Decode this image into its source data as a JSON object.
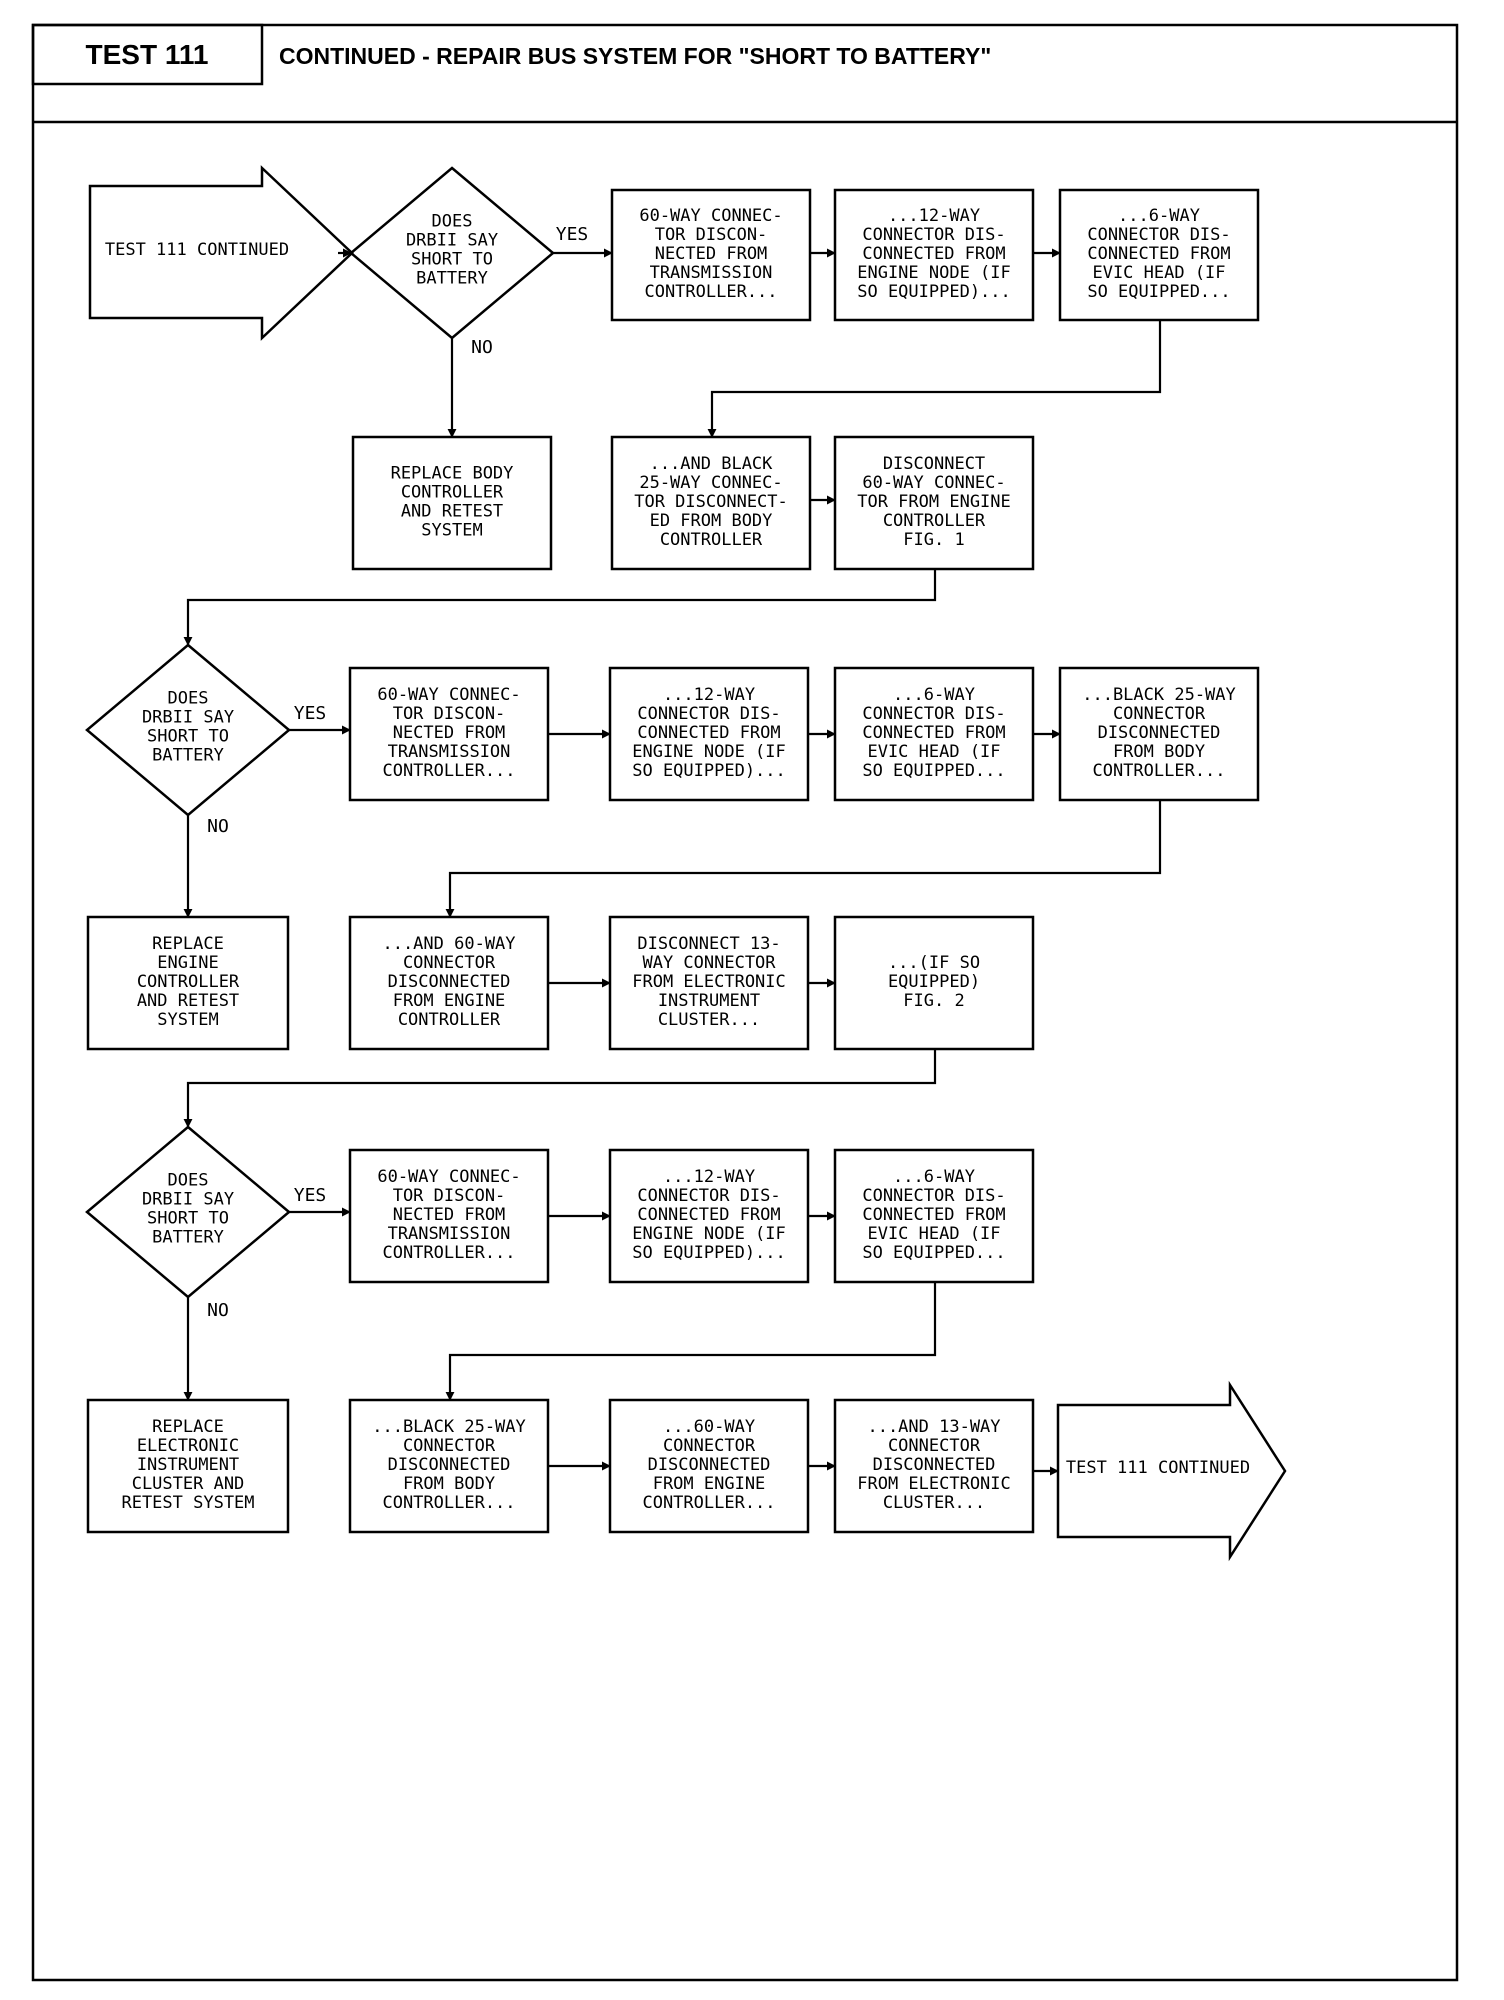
{
  "header": {
    "test_label": "TEST 111",
    "title": "CONTINUED - REPAIR BUS SYSTEM FOR \"SHORT TO BATTERY\""
  },
  "labels": {
    "yes": "YES",
    "no": "NO"
  },
  "nodes": {
    "start": [
      "TEST 111 CONTINUED"
    ],
    "d1": [
      "DOES",
      "DRBII SAY",
      "SHORT TO",
      "BATTERY"
    ],
    "b1": [
      "60-WAY CONNEC-",
      "TOR DISCON-",
      "NECTED FROM",
      "TRANSMISSION",
      "CONTROLLER..."
    ],
    "b2": [
      "...12-WAY",
      "CONNECTOR DIS-",
      "CONNECTED FROM",
      "ENGINE NODE (IF",
      "SO EQUIPPED)..."
    ],
    "b3": [
      "...6-WAY",
      "CONNECTOR DIS-",
      "CONNECTED FROM",
      "EVIC HEAD (IF",
      "SO EQUIPPED..."
    ],
    "r1": [
      "REPLACE BODY",
      "CONTROLLER",
      "AND RETEST",
      "SYSTEM"
    ],
    "b4": [
      "...AND BLACK",
      "25-WAY CONNEC-",
      "TOR DISCONNECT-",
      "ED FROM BODY",
      "CONTROLLER"
    ],
    "b5": [
      "DISCONNECT",
      "60-WAY CONNEC-",
      "TOR FROM ENGINE",
      "CONTROLLER",
      "FIG. 1"
    ],
    "d2": [
      "DOES",
      "DRBII SAY",
      "SHORT TO",
      "BATTERY"
    ],
    "c1": [
      "60-WAY CONNEC-",
      "TOR DISCON-",
      "NECTED FROM",
      "TRANSMISSION",
      "CONTROLLER..."
    ],
    "c2": [
      "...12-WAY",
      "CONNECTOR DIS-",
      "CONNECTED FROM",
      "ENGINE NODE (IF",
      "SO EQUIPPED)..."
    ],
    "c3": [
      "...6-WAY",
      "CONNECTOR DIS-",
      "CONNECTED FROM",
      "EVIC HEAD (IF",
      "SO EQUIPPED..."
    ],
    "c4": [
      "...BLACK 25-WAY",
      "CONNECTOR",
      "DISCONNECTED",
      "FROM BODY",
      "CONTROLLER..."
    ],
    "r2": [
      "REPLACE",
      "ENGINE",
      "CONTROLLER",
      "AND RETEST",
      "SYSTEM"
    ],
    "c5": [
      "...AND 60-WAY",
      "CONNECTOR",
      "DISCONNECTED",
      "FROM ENGINE",
      "CONTROLLER"
    ],
    "c6": [
      "DISCONNECT 13-",
      "WAY CONNECTOR",
      "FROM ELECTRONIC",
      "INSTRUMENT",
      "CLUSTER..."
    ],
    "c7": [
      "...(IF SO",
      "EQUIPPED)",
      "FIG. 2"
    ],
    "d3": [
      "DOES",
      "DRBII SAY",
      "SHORT TO",
      "BATTERY"
    ],
    "e1": [
      "60-WAY CONNEC-",
      "TOR DISCON-",
      "NECTED FROM",
      "TRANSMISSION",
      "CONTROLLER..."
    ],
    "e2": [
      "...12-WAY",
      "CONNECTOR DIS-",
      "CONNECTED FROM",
      "ENGINE NODE (IF",
      "SO EQUIPPED)..."
    ],
    "e3": [
      "...6-WAY",
      "CONNECTOR DIS-",
      "CONNECTED FROM",
      "EVIC HEAD (IF",
      "SO EQUIPPED..."
    ],
    "r3": [
      "REPLACE",
      "ELECTRONIC",
      "INSTRUMENT",
      "CLUSTER AND",
      "RETEST SYSTEM"
    ],
    "e4": [
      "...BLACK 25-WAY",
      "CONNECTOR",
      "DISCONNECTED",
      "FROM BODY",
      "CONTROLLER..."
    ],
    "e5": [
      "...60-WAY",
      "CONNECTOR",
      "DISCONNECTED",
      "FROM ENGINE",
      "CONTROLLER..."
    ],
    "e6": [
      "...AND 13-WAY",
      "CONNECTOR",
      "DISCONNECTED",
      "FROM ELECTRONIC",
      "CLUSTER..."
    ],
    "end": [
      "TEST 111 CONTINUED"
    ]
  }
}
